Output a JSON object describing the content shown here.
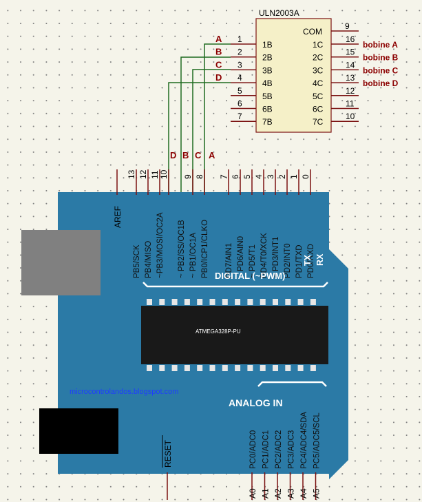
{
  "uln": {
    "title": "ULN2003A",
    "com_label": "COM",
    "com_pin": "9",
    "inputs": [
      {
        "pin": "1",
        "label": "1B"
      },
      {
        "pin": "2",
        "label": "2B"
      },
      {
        "pin": "3",
        "label": "3B"
      },
      {
        "pin": "4",
        "label": "4B"
      },
      {
        "pin": "5",
        "label": "5B"
      },
      {
        "pin": "6",
        "label": "6B"
      },
      {
        "pin": "7",
        "label": "7B"
      }
    ],
    "outputs": [
      {
        "pin": "16",
        "label": "1C",
        "net": "bobine A"
      },
      {
        "pin": "15",
        "label": "2C",
        "net": "bobine B"
      },
      {
        "pin": "14",
        "label": "3C",
        "net": "bobine C"
      },
      {
        "pin": "13",
        "label": "4C",
        "net": "bobine D"
      },
      {
        "pin": "12",
        "label": "5C",
        "net": ""
      },
      {
        "pin": "11",
        "label": "6C",
        "net": ""
      },
      {
        "pin": "10",
        "label": "7C",
        "net": ""
      }
    ],
    "input_nets": [
      "A",
      "B",
      "C",
      "D"
    ]
  },
  "wire_labels": [
    "D",
    "B",
    "C",
    "A"
  ],
  "arduino": {
    "aref_label": "AREF",
    "top_pin_numbers": [
      "13",
      "12",
      "11",
      "10",
      "9",
      "8",
      "7",
      "6",
      "5",
      "4",
      "3",
      "2",
      "1",
      "0"
    ],
    "top_pin_names": [
      "PB5/SCK",
      "PB4/MISO",
      "~PB3/MOSI/OC2A",
      "~ PB2/SS/OC1B",
      "~ PB1/OC1A",
      "PB0/ICP1/CLKO",
      "PD7/AIN1",
      "~ PD6/AIN0",
      "~ PD5/T1",
      "PD4/T0/XCK",
      "~ PD3/INT1",
      "PD2/INT0",
      "PD1/TXD",
      "PD0/RXD"
    ],
    "tx_label": "TX",
    "rx_label": "RX",
    "digital_label": "DIGITAL (~PWM)",
    "chip_label": "ATMEGA328P-PU",
    "website": "microcontrolandos.blogspot.com",
    "analog_label": "ANALOG IN",
    "reset_label": "RESET",
    "analog_pin_names": [
      "PC0/ADC0",
      "PC1/ADC1",
      "PC2/ADC2",
      "PC3/ADC3",
      "PC4/ADC4/SDA",
      "PC5/ADC5/SCL"
    ],
    "analog_pins": [
      "A0",
      "A1",
      "A2",
      "A3",
      "A4",
      "A5"
    ]
  },
  "colors": {
    "board": "#2b7aa6",
    "chip_body": "#191919",
    "pin_lines": "#7a1010",
    "wires": "#1f6b1f",
    "net_labels": "#8b0000",
    "uln_body": "#f5f0c8",
    "website_text": "#1e3cff"
  }
}
